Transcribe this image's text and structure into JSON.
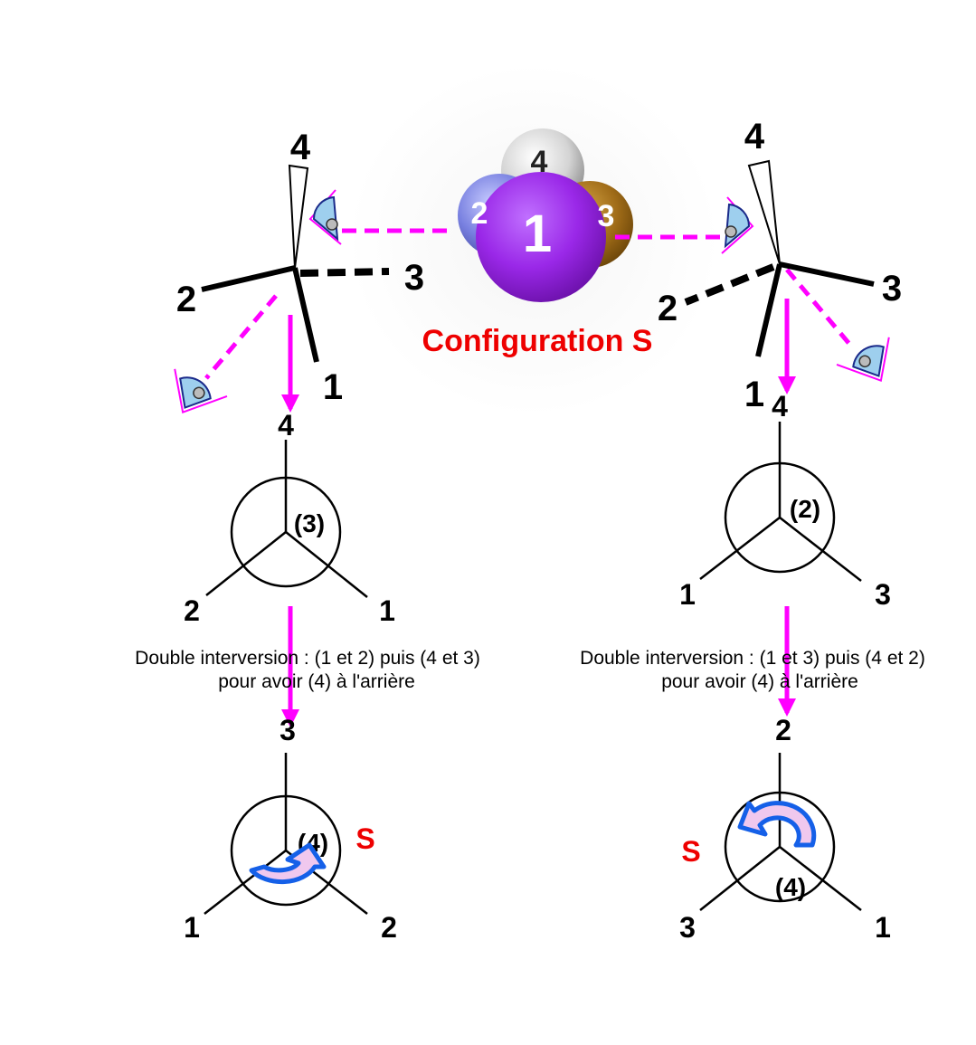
{
  "title": "Configuration S",
  "colors": {
    "arrow": "#ff00ff",
    "title": "#ee0000",
    "rotation_fill": "#f0c8ee",
    "rotation_stroke": "#1560e8",
    "eye_fill": "#9ecfee"
  },
  "model": {
    "atom_1": "1",
    "atom_2": "2",
    "atom_3": "3",
    "atom_4": "4"
  },
  "left": {
    "wedge": {
      "label_4": "4",
      "label_2": "2",
      "label_3": "3",
      "label_1": "1"
    },
    "newman1": {
      "top": "4",
      "back": "(3)",
      "left": "2",
      "right": "1"
    },
    "note_line1": "Double interversion : (1 et 2) puis (4 et 3)",
    "note_line2": "pour avoir  (4) à l'arrière",
    "newman2": {
      "top": "3",
      "back": "(4)",
      "left": "1",
      "right": "2"
    },
    "result": "S"
  },
  "right": {
    "wedge": {
      "label_4": "4",
      "label_2": "2",
      "label_3": "3",
      "label_1": "1"
    },
    "newman1": {
      "top": "4",
      "back": "(2)",
      "left": "1",
      "right": "3"
    },
    "note_line1": "Double interversion : (1 et 3) puis (4 et 2)",
    "note_line2": "pour avoir  (4) à l'arrière",
    "newman2": {
      "top": "2",
      "back": "(4)",
      "left": "3",
      "right": "1"
    },
    "result": "S"
  }
}
